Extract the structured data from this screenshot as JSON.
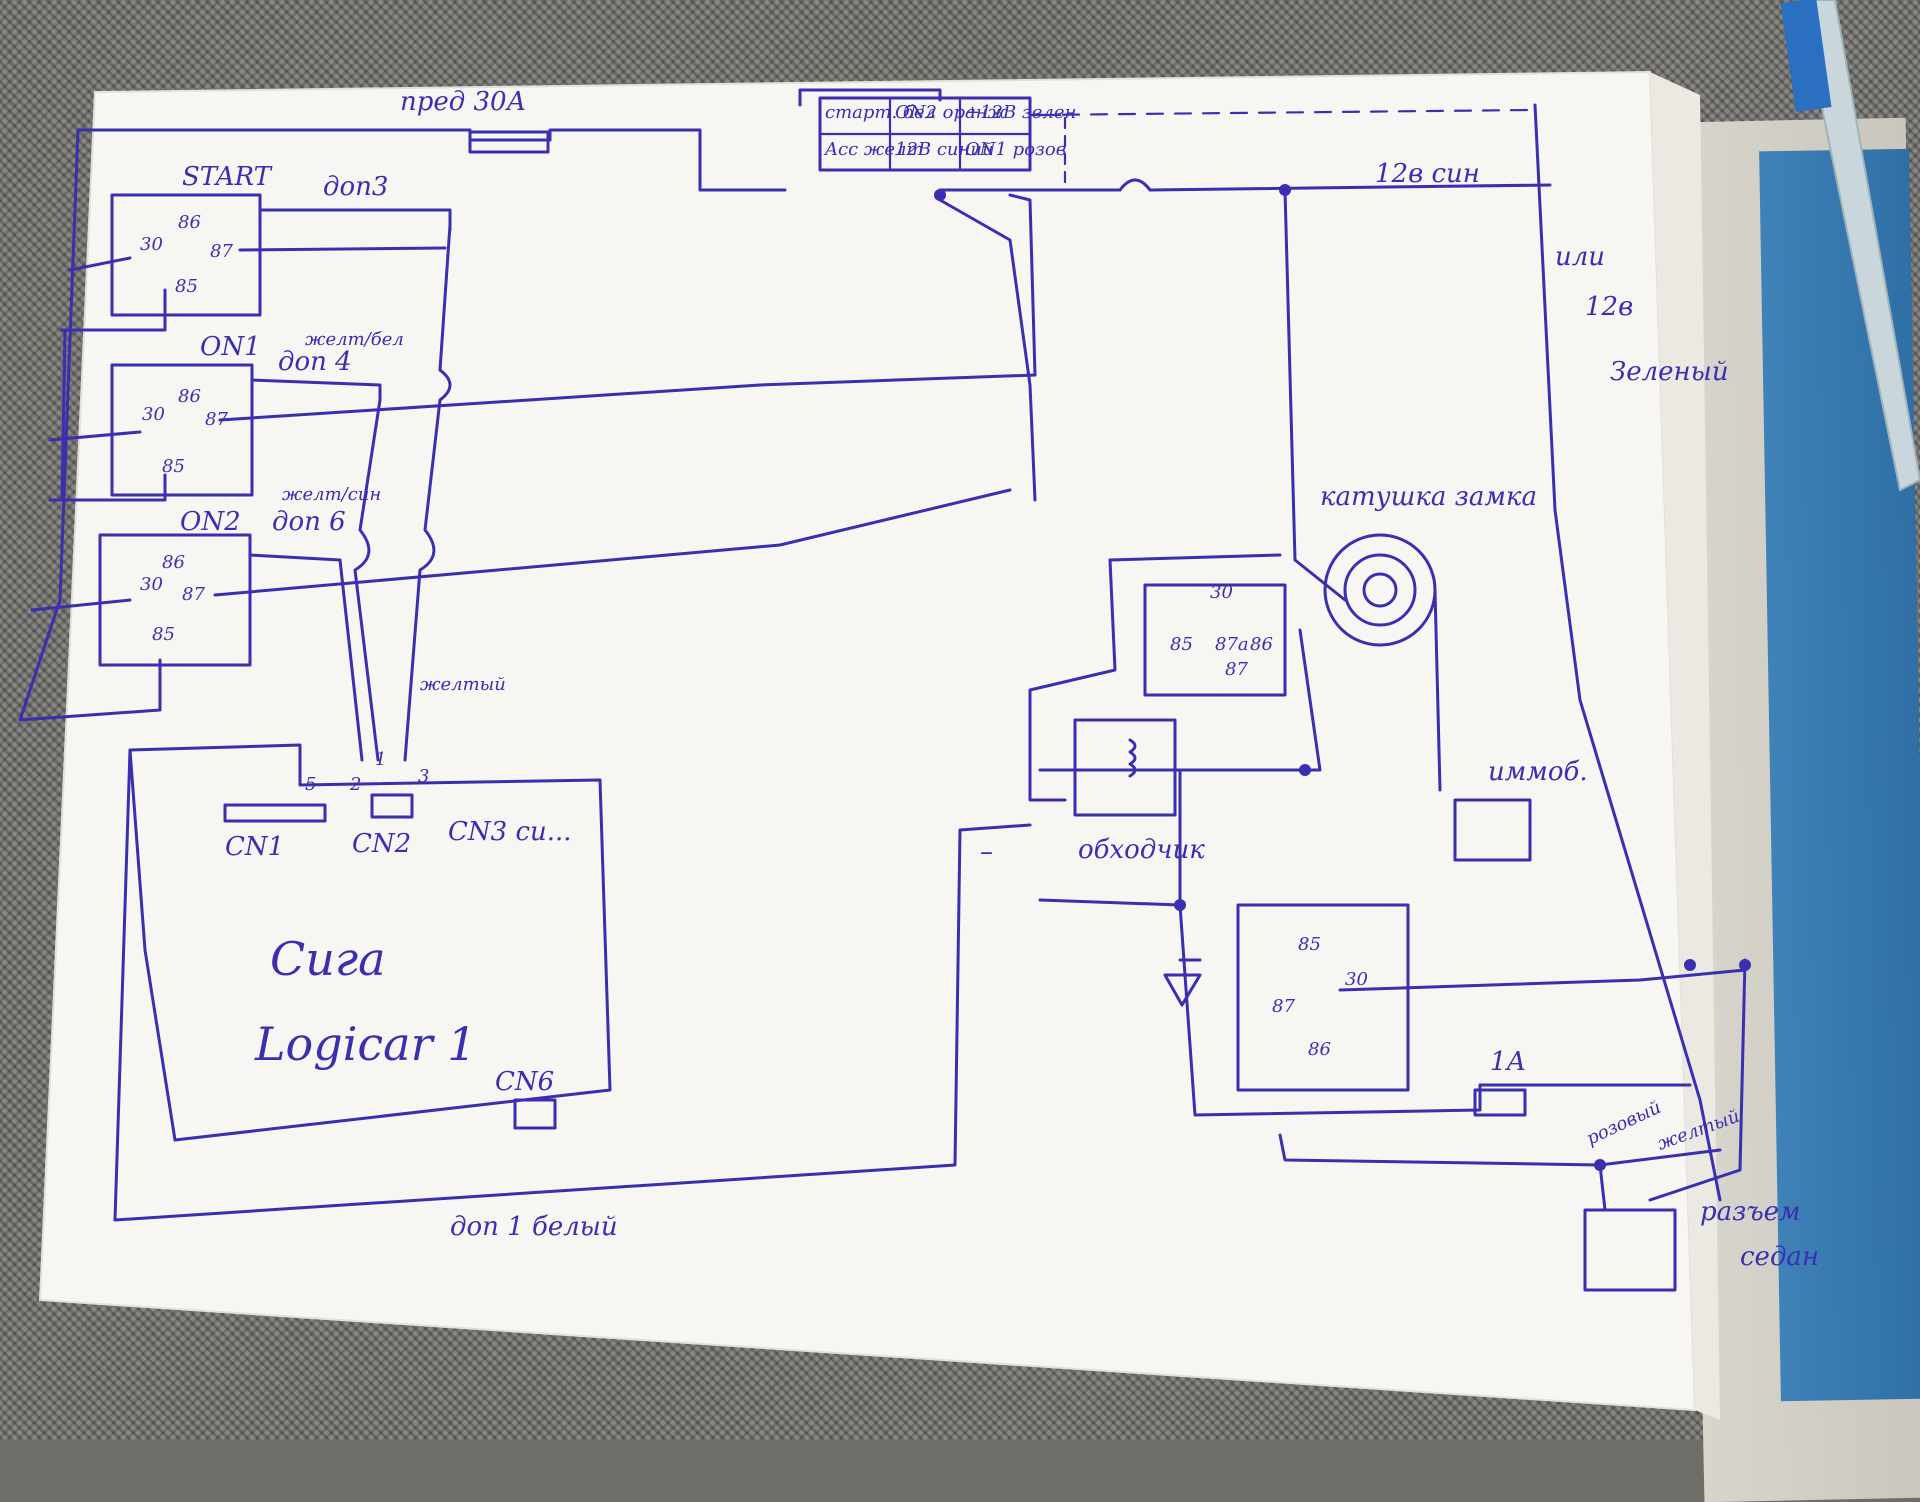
{
  "labels": {
    "fuse_30a": "пред 30А",
    "relay1_title": "START",
    "dop3": "доп3",
    "on1": "ON1",
    "zhelt_bel": "желт/бел",
    "dop4": "доп 4",
    "on2": "ON2",
    "zhelt_sin": "желт/син",
    "dop6": "доп 6",
    "zheltyi": "желтый",
    "wire_12v_blue": "12в син",
    "ili": "или",
    "v12": "12в",
    "zelenyi": "Зеленый",
    "coil": "катушка замка",
    "immob": "иммоб.",
    "bypass": "обходчик",
    "fuse_1a": "1А",
    "rozovyi": "розовый",
    "zheltyi2": "желтый",
    "razem": "разъем",
    "sedan": "седан",
    "dop1": "доп 1 белый",
    "cn1": "CN1",
    "cn2": "CN2",
    "cn3": "CN3 си...",
    "cn6": "CN6",
    "brand_line1": "Сига",
    "brand_line2": "Logicar 1",
    "pin5": "5",
    "pin2": "2",
    "pin1": "1",
    "pin3": "3",
    "minus": "–"
  },
  "connector_table": {
    "cells": [
      [
        "старт. бел",
        "ON2 оранж",
        "+12В зелен"
      ],
      [
        "Acc желт",
        "12В синий",
        "ON1 розов"
      ]
    ]
  },
  "relay_pins": {
    "p86": "86",
    "p30": "30",
    "p87": "87",
    "p85": "85",
    "p87a": "87а"
  }
}
